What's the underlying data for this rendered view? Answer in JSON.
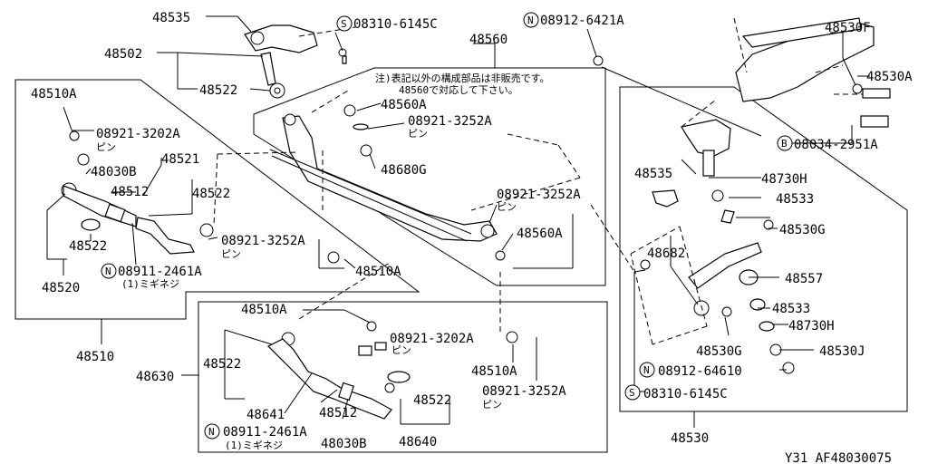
{
  "parts": {
    "p48535_top": "48535",
    "p48502": "48502",
    "p48522_top": "48522",
    "s08310_top": "08310-6145C",
    "p48560": "48560",
    "n08912_top": "08912-6421A",
    "p48530F": "48530F",
    "p48530A": "48530A",
    "b08034": "08034-2951A",
    "p48510A_left": "48510A",
    "p08921_3202A_left": "08921-3202A",
    "pin_1": "ピン",
    "p48030B_left": "48030B",
    "p48521": "48521",
    "p48512_left": "48512",
    "p48522_left_mid": "48522",
    "p48522_left_low": "48522",
    "p48520": "48520",
    "n08911_left": "08911-2461A",
    "mikineji_left": "(1)ミギネジ",
    "p08921_3252A_low": "08921-3252A",
    "pin_2": "ピン",
    "p48510A_center": "48510A",
    "p48510": "48510",
    "p48560A_upper": "48560A",
    "p08921_3252A_upper": "08921-3252A",
    "pin_3": "ピン",
    "p48680G": "48680G",
    "p08921_3252A_right": "08921-3252A",
    "pin_4": "ピン",
    "p48560A_right": "48560A",
    "p48535_right": "48535",
    "p48730H_upper": "48730H",
    "p48533_upper": "48533",
    "p48530G_upper": "48530G",
    "p48682": "48682",
    "p48557": "48557",
    "p48533_lower": "48533",
    "p48730H_lower": "48730H",
    "p48530G_lower": "48530G",
    "p48530J": "48530J",
    "n08912_lower": "08912-64610",
    "s08310_lower": "08310-6145C",
    "p48530": "48530",
    "p48510A_bot_left": "48510A",
    "p08921_3202A_bot": "08921-3202A",
    "pin_5": "ピン",
    "p48522_bot_left": "48522",
    "p48630": "48630",
    "p48641": "48641",
    "n08911_bot": "08911-2461A",
    "mikineji_bot": "(1)ミギネジ",
    "p48512_bot": "48512",
    "p48522_bot_right": "48522",
    "p48030B_bot": "48030B",
    "p48640": "48640",
    "p48510A_bot_right": "48510A",
    "p08921_3252A_bot": "08921-3252A",
    "pin_6": "ピン"
  },
  "note": {
    "line1": "注)表記以外の構成部品は非販売です。",
    "line2": "48560で対応して下さい。"
  },
  "prefixes": {
    "S": "S",
    "N": "N",
    "B": "B"
  },
  "footer": {
    "code": "Y31  AF48030075"
  }
}
